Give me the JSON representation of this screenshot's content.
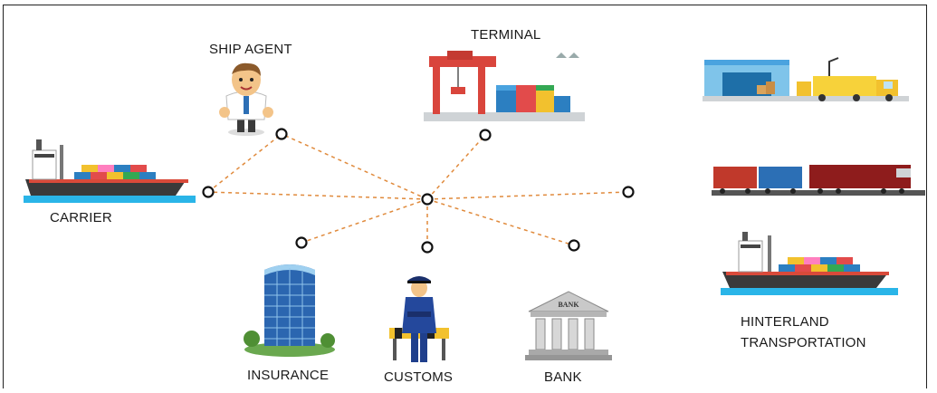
{
  "labels": {
    "ship_agent": "SHIP AGENT",
    "terminal": "TERMINAL",
    "carrier": "CARRIER",
    "insurance": "INSURANCE",
    "customs": "CUSTOMS",
    "bank": "BANK",
    "hinterland_line1": "HINTERLAND",
    "hinterland_line2": "TRANSPORTATION",
    "bank_sign": "BANK"
  },
  "icons": [
    "ship-agent-figure",
    "terminal-crane",
    "carrier-ship",
    "warehouse-truck",
    "freight-train",
    "hinterland-ship",
    "insurance-building",
    "customs-officer",
    "bank-building"
  ],
  "colors": {
    "connector": "#e08a3c",
    "node_stroke": "#111111",
    "water": "#2ab5e8",
    "crane": "#d9453c"
  }
}
